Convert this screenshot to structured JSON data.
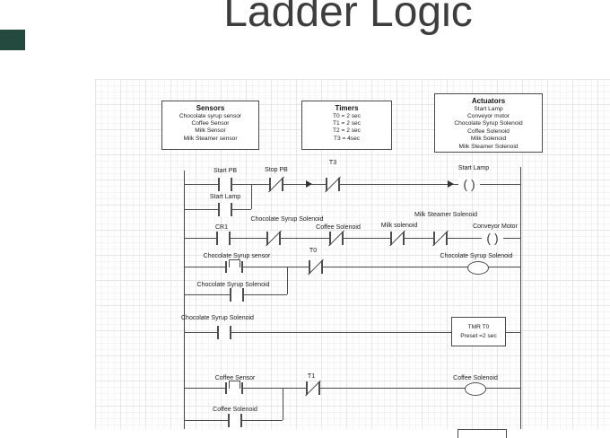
{
  "title": "Ladder Logic",
  "colors": {
    "accent_rect": "#24493f",
    "wire": "#4d4d4d"
  },
  "legend": {
    "sensors": {
      "title": "Sensors",
      "items": [
        "Chocolate syrup sensor",
        "Coffee Sensor",
        "Milk Sensor",
        "Milk Steamer sensor"
      ]
    },
    "timers": {
      "title": "Timers",
      "items": [
        "T0 = 2 sec",
        "T1 = 2 sec",
        "T2 = 2 sec",
        "T3 = 4sec"
      ]
    },
    "actuators": {
      "title": "Actuators",
      "items": [
        "Start Lamp",
        "Conveyor motor",
        "Chocolate Syrup Solenoid",
        "Coffee Solenoid",
        "Milk Solenoid",
        "Milk Steamer Solenoid"
      ]
    }
  },
  "labels": {
    "start_pb": "Start PB",
    "stop_pb": "Stop PB",
    "t3": "T3",
    "start_lamp_coil": "Start Lamp",
    "start_lamp_seal": "Start Lamp",
    "cr1": "CR1",
    "r2_choc_solenoid": "Chocolate Syrup Solenoid",
    "r2_coffee_solenoid": "Coffee Solenoid",
    "r2_milk_solenoid": "Milk solenoid",
    "r2_milk_steamer_solenoid": "Milk Steamer Solenoid",
    "conveyor_motor": "Conveyor Motor",
    "choc_sensor": "Chocolate Syrup sensor",
    "t0": "T0",
    "r3_seal": "Chocolate Syrup Solenoid",
    "r3_coil": "Chocolate Syrup Solenoid",
    "r4_contact": "Chocolate Syrup Solenoid",
    "tmr_line1": "TMR  T0",
    "tmr_line2": "Preset =2 sec",
    "coffee_sensor": "Coffee Sensor",
    "t1": "T1",
    "r5_seal": "Coffee Solenoid",
    "r5_coil": "Coffee  Solenoid"
  }
}
